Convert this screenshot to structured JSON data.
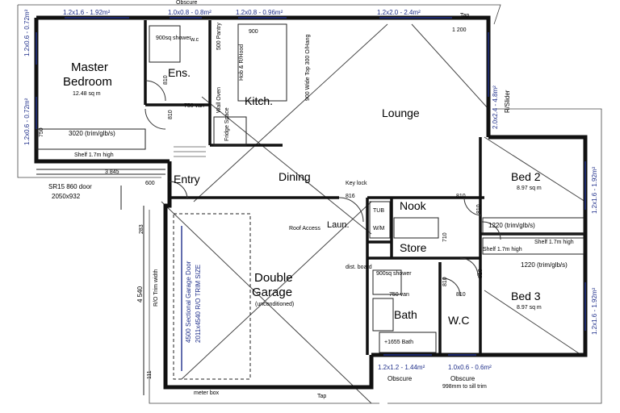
{
  "rooms": {
    "master": "Master",
    "master2": "Bedroom",
    "master_area": "12.48 sq m",
    "ens": "Ens.",
    "kitch": "Kitch.",
    "lounge": "Lounge",
    "dining": "Dining",
    "entry": "Entry",
    "bed2": "Bed 2",
    "bed2_area": "8.97 sq m",
    "nook": "Nook",
    "laun": "Laun.",
    "store": "Store",
    "bed3": "Bed 3",
    "bed3_area": "8.97 sq m",
    "garage1": "Double",
    "garage2": "Garage",
    "garage_note": "(unconditioned)",
    "bath": "Bath",
    "wc": "W.C"
  },
  "windows": {
    "top_1": "1.2x1.6 - 1.92m²",
    "top_2": "1.0x0.8 - 0.8m²",
    "top_3": "1.2x0.8 - 0.96m²",
    "top_4": "1.2x2.0 - 2.4m²",
    "left_1": "1.2x0.6 - 0.72m²",
    "left_2": "1.2x0.6 - 0.72m²",
    "lounge_right": "2.0x2.4 - 4.8m²",
    "bed2_right": "1.2x1.6 - 1.92m²",
    "bed3_right": "1.2x1.6 - 1.92m²",
    "bath_bottom": "1.2x1.2 - 1.44m²",
    "wc_bottom": "1.0x0.6 - 0.6m²",
    "obscure_top": "Obscure",
    "obscure_bath": "Obscure",
    "obscure_wc": "Obscure",
    "obscure_wc_note": "998mm to sill trim",
    "rslider": "R/Slider"
  },
  "fixtures": {
    "shower_ens": "900sq shower",
    "wc_ens": "w.c",
    "pantry": "500 Pantry",
    "hood": "Hob & R/Hood",
    "wall_oven": "Wall Oven",
    "fridge": "Fridge Space",
    "mw": "900 Wide Top 300 O/Hang",
    "van_ens": "750 van",
    "wardrobe_master": "3020 (trim/glb/s)",
    "shelf_master": "Shelf 1.7m high",
    "wardrobe_bed2": "1220 (trim/glb/s)",
    "shelf_bed2": "Shelf 1.7m high",
    "wardrobe_bed3": "1220 (trim/glb/s)",
    "shelf_bed3": "Shelf 1.7m high",
    "tub": "TUB",
    "wm": "W/M",
    "shower_bath": "900sq shower",
    "van_bath": "750 van",
    "bath_tub": "+1655 Bath",
    "roof_access": "Roof Access",
    "keylock": "Key lock",
    "dist_board": "dist. board",
    "meter_box": "meter box",
    "tap_top": "Tap",
    "tap_bottom": "Tap",
    "garage_door": "4500 Sectional Garage Door",
    "garage_door2": "2011x4540 R/O TRIM SIZE",
    "ro_trim": "R/O Trim width",
    "door_note": "SR15 860 door",
    "door_size": "2050x932"
  },
  "dims": {
    "d810_ens": "810",
    "d810_master": "810",
    "d750": "750",
    "d900": "900",
    "d1200": "1 200",
    "d600": "600",
    "d3845": "3 845",
    "d816": "816",
    "d810_nook": "810",
    "d710": "710",
    "d810_store": "810",
    "d810_bed3": "810",
    "d810_bath": "810",
    "d810_wc": "810",
    "d4540": "4 540",
    "d283": "283",
    "d111": "111"
  }
}
